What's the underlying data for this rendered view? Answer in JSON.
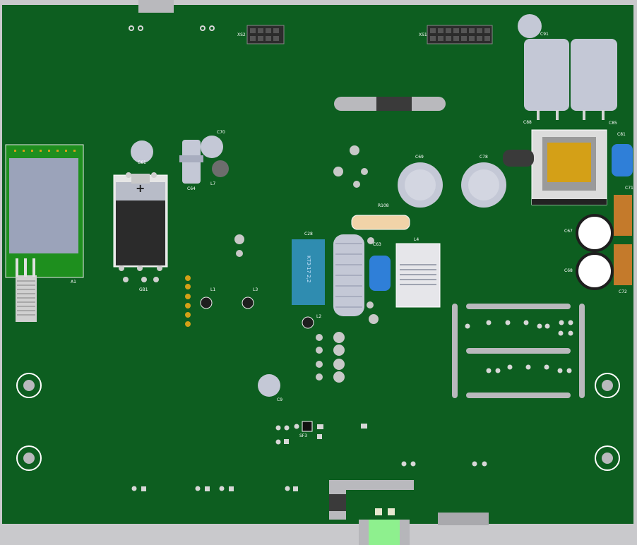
{
  "board": {
    "colors": {
      "pcb": "#0d5e20",
      "frame": "#c9c9cc",
      "silk": "#ffffff",
      "pad": "#d7d7d7",
      "capacitor": "#c4c8d6",
      "inductor_core": "#d4a017",
      "resistor": "#f1d3a8",
      "blue_component": "#2f7fd8",
      "orange_component": "#c47a2b"
    }
  },
  "designators": {
    "A1": "A1",
    "GB1": "GB1",
    "C61": "C61",
    "C64": "C64",
    "C70": "C70",
    "L7": "L7",
    "XS2": "XS2",
    "XS1": "XS1",
    "C91": "C91",
    "C88": "C88",
    "C85": "C85",
    "C81": "C81",
    "C71": "C71",
    "C72": "C72",
    "C67": "C67",
    "C68": "C68",
    "C69": "C69",
    "C78": "C78",
    "R108": "R108",
    "C28": "C28",
    "C63": "C63",
    "L4": "L4",
    "L1": "L1",
    "L2": "L2",
    "L3": "L3",
    "C9": "C9",
    "SF3": "SF3"
  },
  "component_text": {
    "c28_body": "K73-17 2,2",
    "battery_plus": "+"
  }
}
